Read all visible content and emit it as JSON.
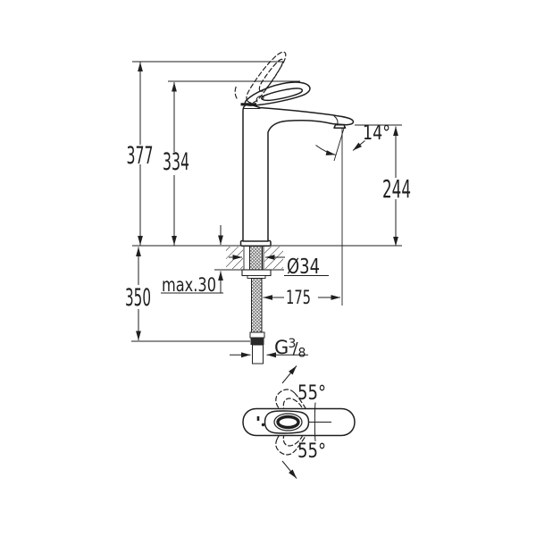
{
  "drawing": {
    "type": "technical-dimensional-drawing",
    "subject": "single-lever basin mixer tap, side elevation with deck cross-section and plan view of handle swivel",
    "labels": {
      "overall_height": "377",
      "handle_raise_height": "334",
      "spout_height": "244",
      "stream_angle": "14°",
      "hole_diameter": "Ø34",
      "max_deck": "max.30",
      "below_deck_length": "350",
      "spout_reach": "175",
      "thread_letter": "G",
      "thread_numerator": "3",
      "thread_slash": "/",
      "thread_denominator": "8",
      "handle_swivel_upper": "55°",
      "handle_swivel_lower": "55°"
    },
    "colors": {
      "line": "#1f1f1f",
      "background": "#ffffff"
    }
  }
}
